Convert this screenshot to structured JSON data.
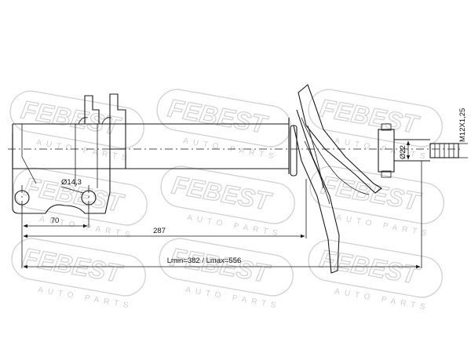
{
  "watermark": {
    "brand": "FEBEST",
    "tagline": "AUTO PARTS",
    "color": "#d4d4d4"
  },
  "drawing": {
    "line_color": "#1a1a1a",
    "labels": {
      "hole_diameter": "Ø14,3",
      "bracket_dimension": "70",
      "body_dimension": "287",
      "length_range": "Lmin=382 / Lmax=556",
      "rod_diameter": "Ø22",
      "thread_spec": "M12X1,25"
    }
  }
}
